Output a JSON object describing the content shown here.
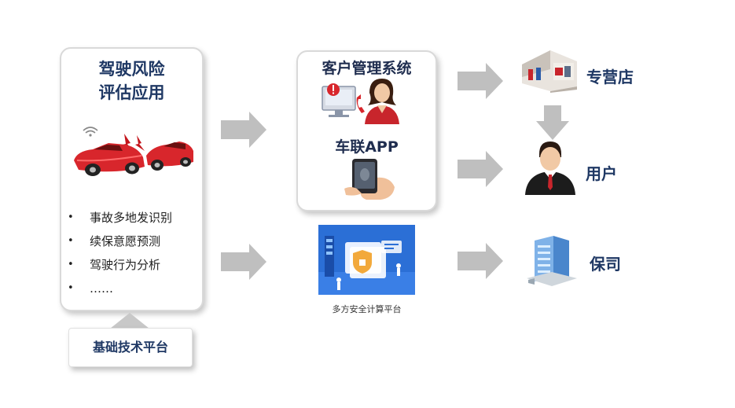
{
  "left_panel": {
    "title_line1": "驾驶风险",
    "title_line2": "评估应用",
    "bullets": [
      "事故多地发识别",
      "续保意愿预测",
      "驾驶行为分析",
      "……"
    ]
  },
  "base_platform": {
    "label": "基础技术平台"
  },
  "middle_panel": {
    "crm_title": "客户管理系统",
    "app_title": "车联APP"
  },
  "secure_platform": {
    "label": "多方安全计算平台"
  },
  "targets": {
    "dealer": "专营店",
    "user": "用户",
    "insurer": "保司"
  },
  "colors": {
    "title_navy": "#1f3864",
    "arrow_gray": "#bfbfbf",
    "car_red": "#d8262c",
    "platform_blue": "#2b6fd6"
  },
  "icons": [
    "wifi-icon",
    "crash-icon",
    "alert-icon",
    "phone-icon",
    "agent-icon",
    "smartphone-icon",
    "store-icon",
    "user-icon",
    "building-icon"
  ]
}
